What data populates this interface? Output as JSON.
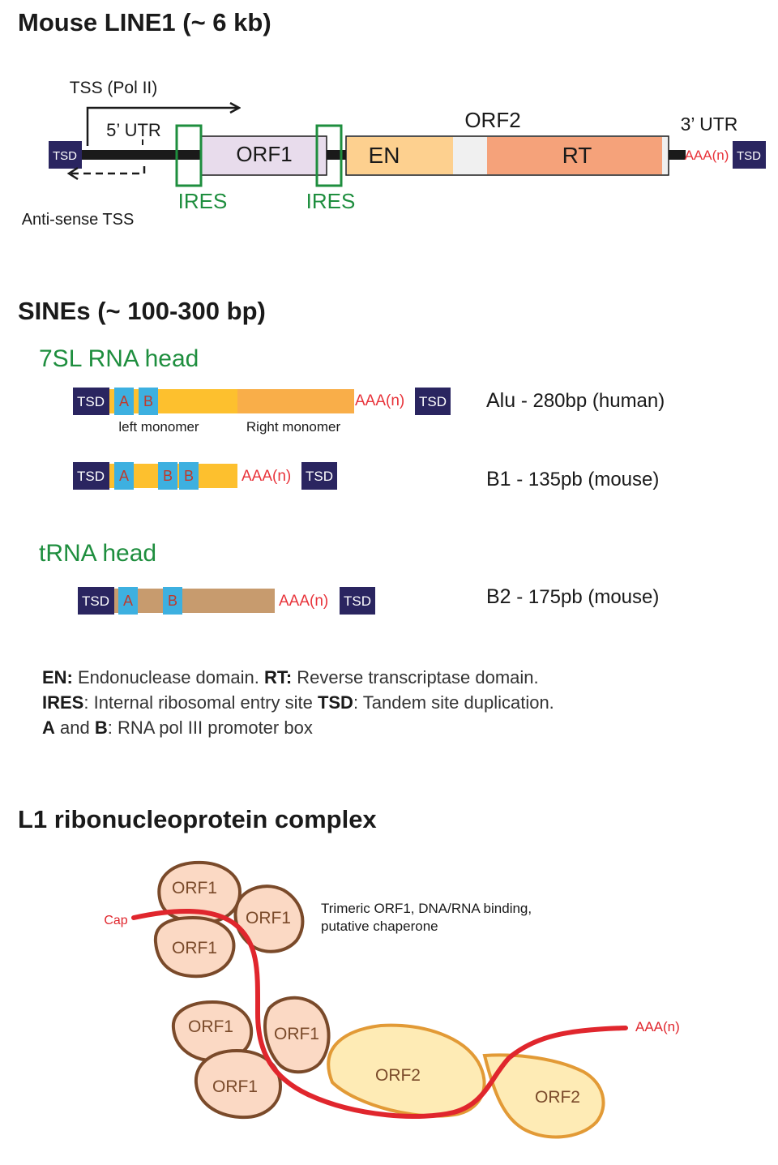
{
  "line1": {
    "title": "Mouse LINE1 (~ 6 kb)",
    "tss_label": "TSS (Pol II)",
    "antisense_label": "Anti-sense TSS",
    "utr5_label": "5’ UTR",
    "utr3_label": "3’ UTR",
    "orf1_label": "ORF1",
    "orf2_label": "ORF2",
    "en_label": "EN",
    "rt_label": "RT",
    "ires_label": "IRES",
    "polya_label": "AAA(n)",
    "tsd_label": "TSD"
  },
  "sines": {
    "title": "SINEs (~ 100-300 bp)",
    "head_7sl": "7SL RNA head",
    "head_trna": "tRNA head",
    "tsd_label": "TSD",
    "a_box": "A",
    "b_box": "B",
    "polya_label": "AAA(n)",
    "left_monomer": "left monomer",
    "right_monomer": "Right monomer",
    "alu": {
      "name": "Alu",
      "desc": "- 280bp (human)"
    },
    "b1": {
      "name": "B1",
      "desc": "- 135pb (mouse)"
    },
    "b2": {
      "name": "B2",
      "desc": "- 175pb (mouse)"
    }
  },
  "legend": {
    "line1_term1": "EN:",
    "line1_def1": " Endonuclease domain. ",
    "line1_term2": "RT:",
    "line1_def2": " Reverse transcriptase domain.",
    "line2_term1": "IRES",
    "line2_def1": ": Internal ribosomal entry site ",
    "line2_term2": "TSD",
    "line2_def2": ": Tandem site duplication.",
    "line3_term1": "A",
    "line3_mid": " and ",
    "line3_term2": "B",
    "line3_def": ": RNA pol III promoter box"
  },
  "rnp": {
    "title": "L1 ribonucleoprotein complex",
    "cap_label": "Cap",
    "polya_label": "AAA(n)",
    "orf1_label": "ORF1",
    "orf2_label": "ORF2",
    "note_line1": "Trimeric ORF1, DNA/RNA binding,",
    "note_line2": "putative chaperone"
  },
  "colors": {
    "tsd": "#2a2560",
    "orf1_fill": "#e8dcec",
    "en_fill": "#fdd08f",
    "rt_fill": "#f5a27a",
    "ires": "#1e8e3e",
    "polya": "#e8333a",
    "sine_yellow": "#fdc02e",
    "sine_orange": "#f9ae49",
    "box_blue": "#3db0e0",
    "box_text": "#c0392b",
    "b2_body": "#c79b6e",
    "orf1_protein_fill": "#fbd9c4",
    "orf1_protein_stroke": "#7a4a2a",
    "orf2_protein_fill": "#feebb5",
    "orf2_protein_stroke": "#e29a36",
    "rna": "#e0262d"
  }
}
